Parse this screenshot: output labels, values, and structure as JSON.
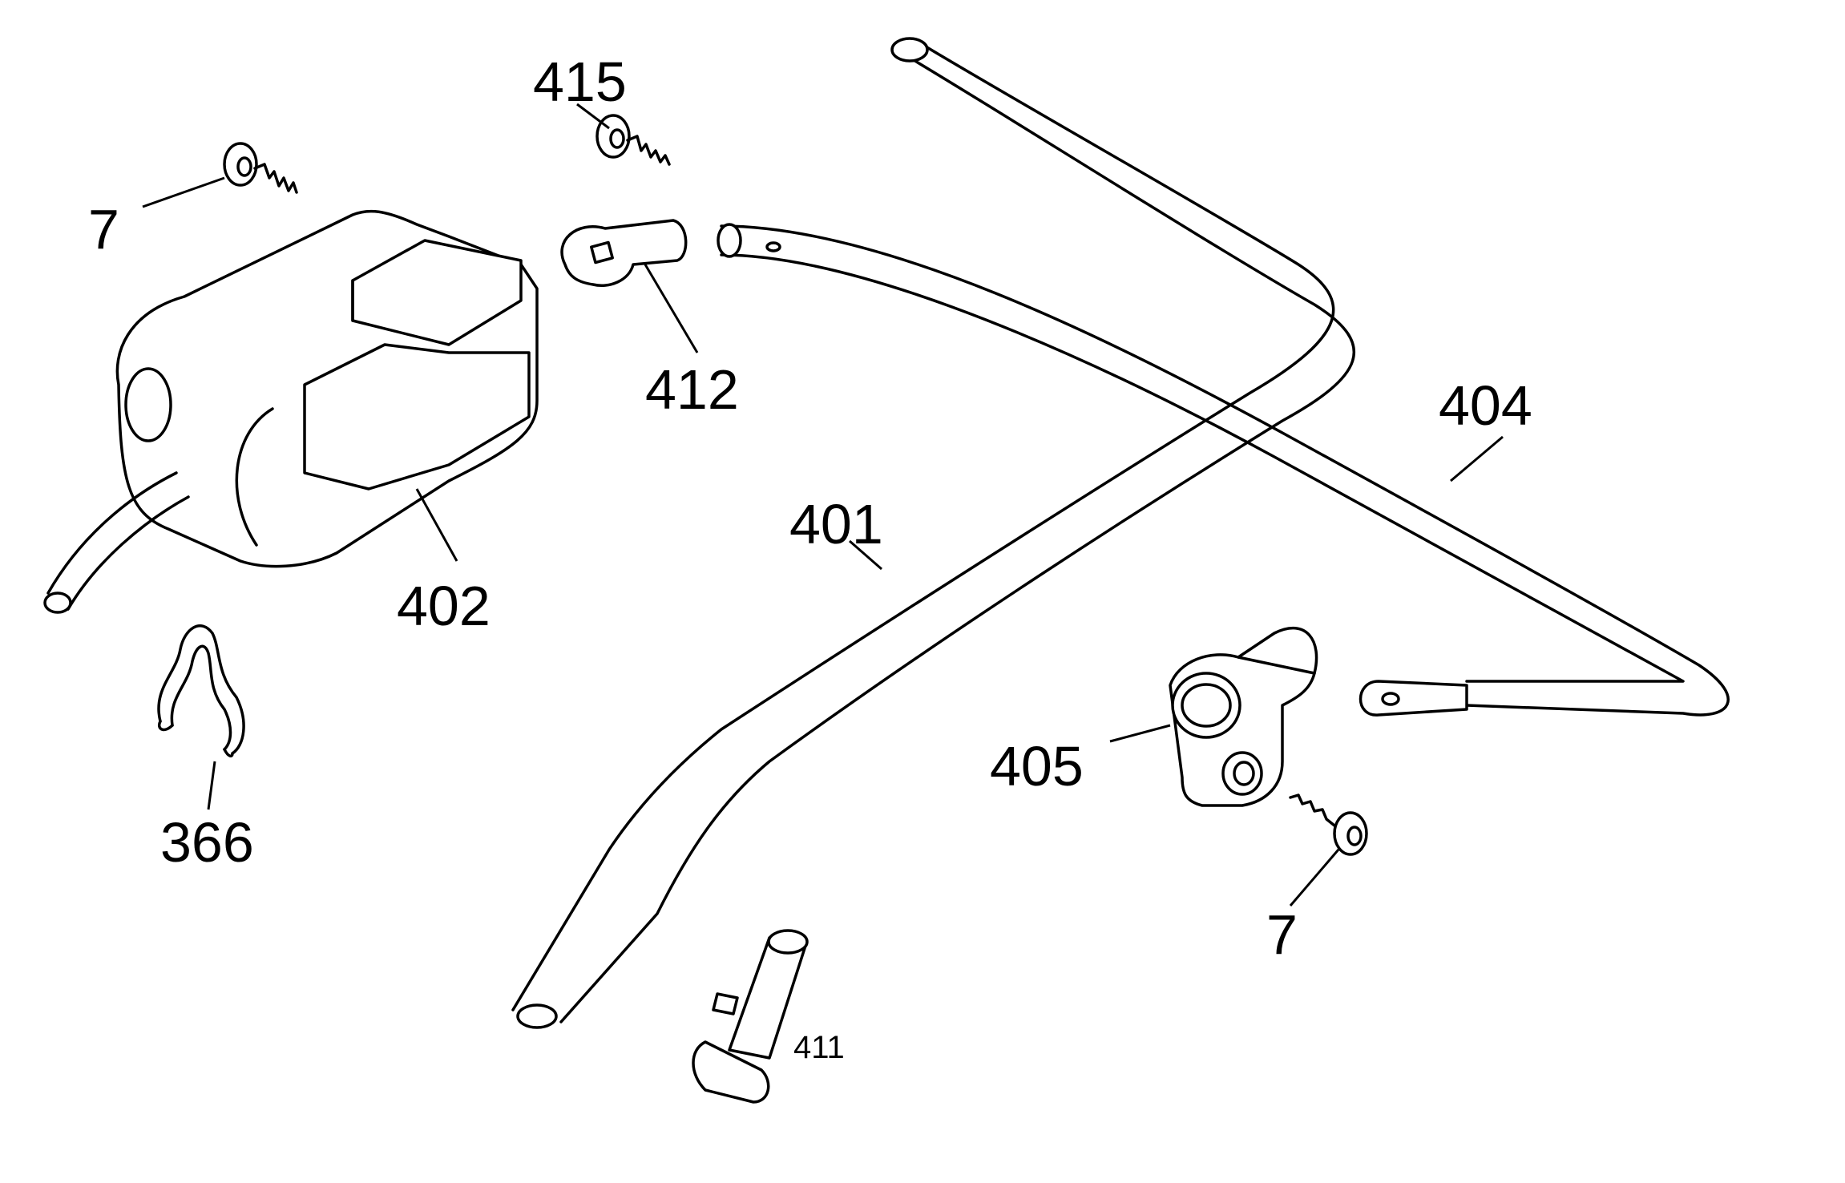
{
  "callouts": {
    "screw_top_left": "7",
    "screw_top_center": "415",
    "lever": "412",
    "switch_box": "402",
    "handle_bar": "401",
    "control_rod": "404",
    "cable_clip": "366",
    "bracket": "405",
    "screw_lower_right": "7",
    "knob": "411"
  },
  "colors": {
    "line": "#000000",
    "background": "#ffffff"
  }
}
